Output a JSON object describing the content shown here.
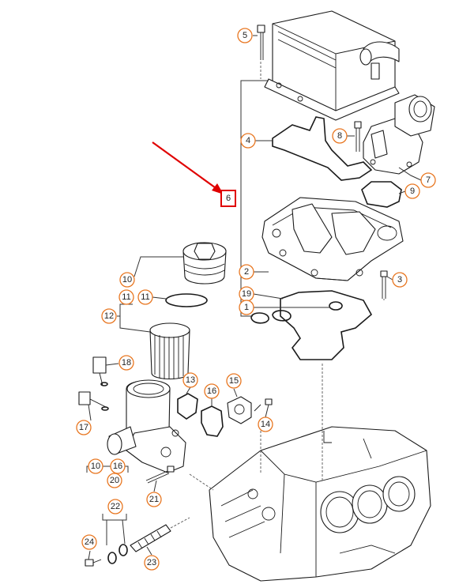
{
  "accent_color": "#e87722",
  "highlight_color": "#e00000",
  "callouts": {
    "c5": "5",
    "c8": "8",
    "c4": "4",
    "c7": "7",
    "c9": "9",
    "c2": "2",
    "c3": "3",
    "c19": "19",
    "c1": "1",
    "c10a": "10",
    "c11a": "11",
    "c11b": "11",
    "c12": "12",
    "c18": "18",
    "c13": "13",
    "c16a": "16",
    "c15": "15",
    "c14": "14",
    "c17": "17",
    "c10b": "10",
    "c16b": "16",
    "c20": "20",
    "c21": "21",
    "c22": "22",
    "c24": "24",
    "c23": "23"
  },
  "highlight": {
    "label": "6"
  }
}
